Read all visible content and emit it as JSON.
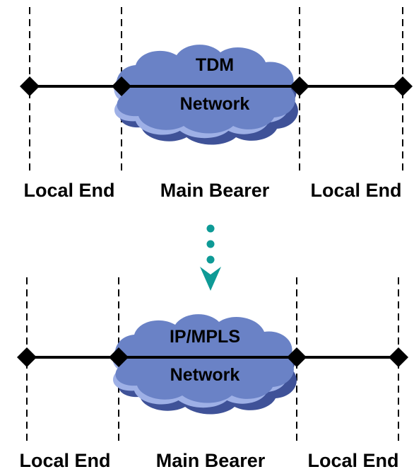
{
  "colors": {
    "cloud_fill": "#6a82c6",
    "cloud_shadow": "#3f5298",
    "cloud_highlight": "#9eb0e6",
    "arrow": "#0e9a96",
    "line": "#000000"
  },
  "top_diagram": {
    "cloud_line1": "TDM",
    "cloud_line2": "Network",
    "labels": [
      "Local End",
      "Main Bearer",
      "Local End"
    ]
  },
  "transition": {
    "icon": "dotted-down-arrow-icon"
  },
  "bottom_diagram": {
    "cloud_line1": "IP/MPLS",
    "cloud_line2": "Network",
    "labels": [
      "Local End",
      "Main Bearer",
      "Local End"
    ]
  }
}
